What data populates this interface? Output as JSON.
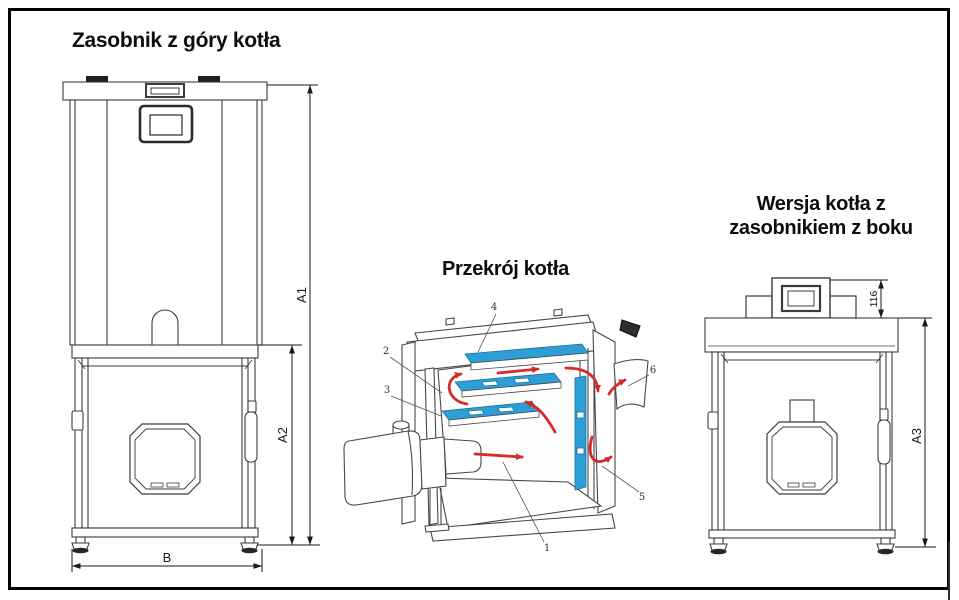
{
  "left_figure": {
    "title": "Zasobnik z góry kotła",
    "dim_a1": "A1",
    "dim_a2": "A2",
    "dim_b": "B"
  },
  "middle_figure": {
    "title": "Przekrój kotła",
    "parts": {
      "n1": "1",
      "n2": "2",
      "n3": "3",
      "n4": "4",
      "n5": "5",
      "n6": "6"
    }
  },
  "right_figure": {
    "title_line1": "Wersja kotła z",
    "title_line2": "zasobnikiem z boku",
    "dim_a3": "A3",
    "dim_116": "116"
  },
  "colors": {
    "water_blue": "#2D9FD6",
    "flow_red": "#D42B2B",
    "drawing_line": "#3C3C3C",
    "frame_border": "#000000"
  }
}
